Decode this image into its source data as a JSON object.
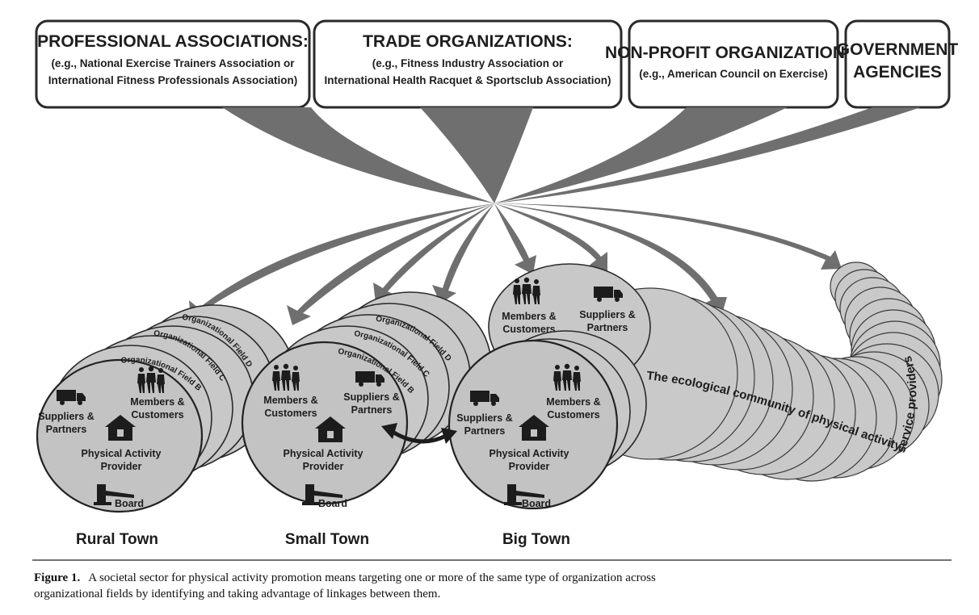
{
  "boxes": [
    {
      "title": "PROFESSIONAL ASSOCIATIONS:",
      "sub1": "(e.g., National Exercise Trainers Association or",
      "sub2": "International Fitness Professionals Association)"
    },
    {
      "title": "TRADE ORGANIZATIONS:",
      "sub1": "(e.g., Fitness Industry Association or",
      "sub2": "International Health Racquet & Sportsclub Association)"
    },
    {
      "title": "NON-PROFIT ORGANIZATIONS:",
      "sub1": "(e.g., American Council on Exercise)",
      "sub2": ""
    },
    {
      "title": "GOVERNMENT",
      "sub1": "AGENCIES",
      "sub2": ""
    }
  ],
  "nodes": {
    "members": [
      "Members &",
      "Customers"
    ],
    "suppliers": [
      "Suppliers &",
      "Partners"
    ],
    "provider": [
      "Physical Activity",
      "Provider"
    ],
    "board": "Board"
  },
  "fields": {
    "b": "Organizational Field B",
    "c": "Organizational Field C",
    "d": "Organizational Field D"
  },
  "towns": [
    "Rural Town",
    "Small Town",
    "Big Town"
  ],
  "eco_label": "The ecological community of physical activity service providers",
  "caption": {
    "label": "Figure 1.",
    "line1": "A societal sector for physical activity promotion means targeting one or more of the same type of organization across",
    "line2": "organizational fields by identifying and taking advantage of linkages between them."
  }
}
